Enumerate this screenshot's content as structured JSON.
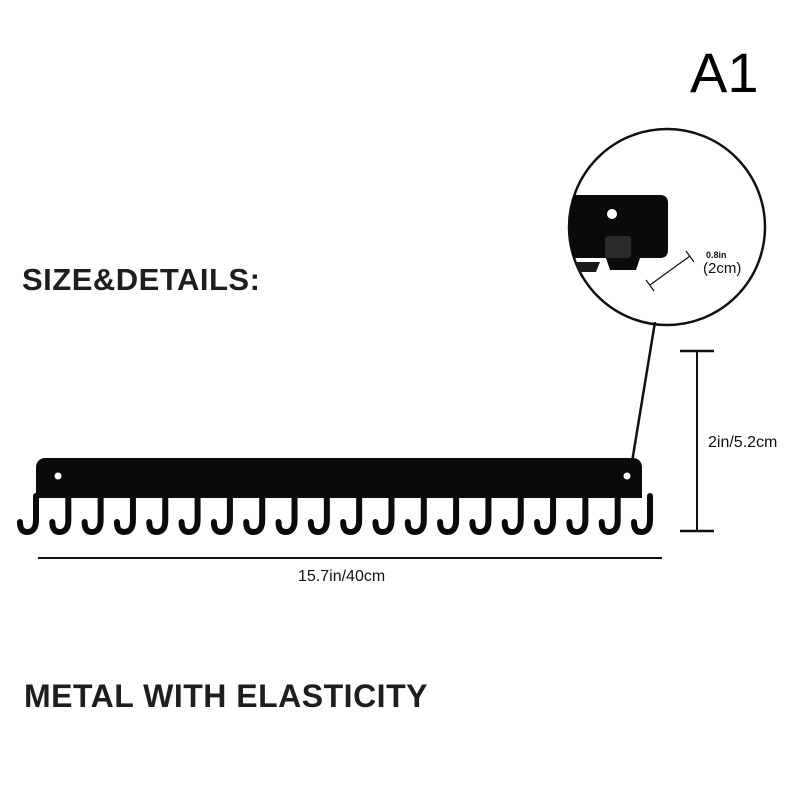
{
  "variant_label": "A1",
  "headings": {
    "size_details": "SIZE&DETAILS:",
    "material": "METAL WITH ELASTICITY"
  },
  "dimensions": {
    "length": "15.7in/40cm",
    "height": "2in/5.2cm",
    "depth_in": "0.8in",
    "depth_cm": "(2cm)"
  },
  "product": {
    "hook_count": 20,
    "color": "#0a0a0a"
  },
  "icons": [
    "wall-rack-illustration",
    "zoom-circle-detail"
  ]
}
